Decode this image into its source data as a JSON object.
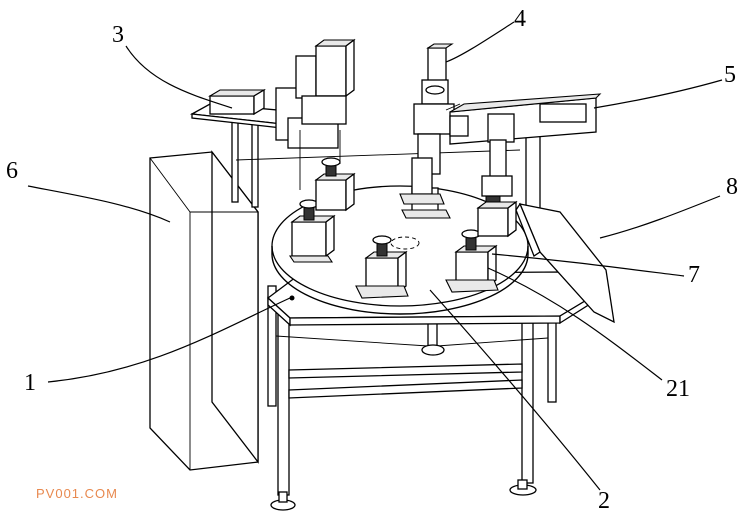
{
  "labels": {
    "l1": "1",
    "l2": "2",
    "l3": "3",
    "l4": "4",
    "l5": "5",
    "l6": "6",
    "l7": "7",
    "l8": "8",
    "l21": "21"
  },
  "watermark": "PV001.COM",
  "colors": {
    "line": "#000000",
    "watermark": "#e8894f",
    "background": "#ffffff"
  }
}
